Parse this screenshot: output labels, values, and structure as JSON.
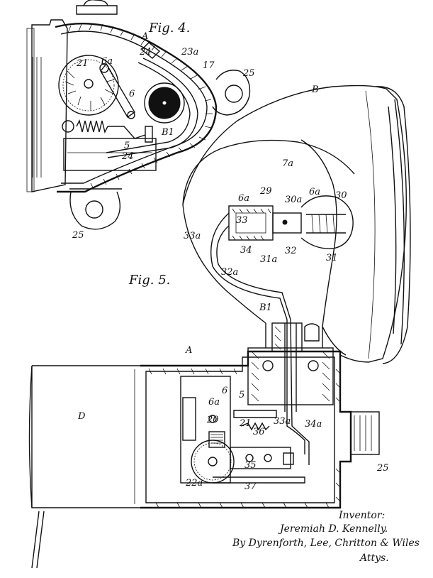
{
  "figures": [
    {
      "key": "fig4",
      "title": "Fig. 4."
    },
    {
      "key": "fig5",
      "title": "Fig. 5."
    }
  ],
  "fig4_labels": [
    "A",
    "21",
    "6a",
    "24",
    "23a",
    "17",
    "25",
    "6",
    "5",
    "24",
    "B1",
    "25"
  ],
  "fig5_labels": [
    "B",
    "7a",
    "6a",
    "29",
    "30a",
    "6a",
    "30",
    "33",
    "33a",
    "34",
    "31a",
    "32",
    "31",
    "32a",
    "B1",
    "A",
    "D",
    "6",
    "5",
    "6a",
    "20",
    "21",
    "33a",
    "36",
    "34a",
    "35",
    "22a",
    "37",
    "25"
  ],
  "signature": {
    "heading": "Inventor:",
    "inventor": "Jeremiah D. Kennelly.",
    "attorneys": "By Dyrenforth, Lee, Chritton & Wiles",
    "suffix": "Attys."
  }
}
